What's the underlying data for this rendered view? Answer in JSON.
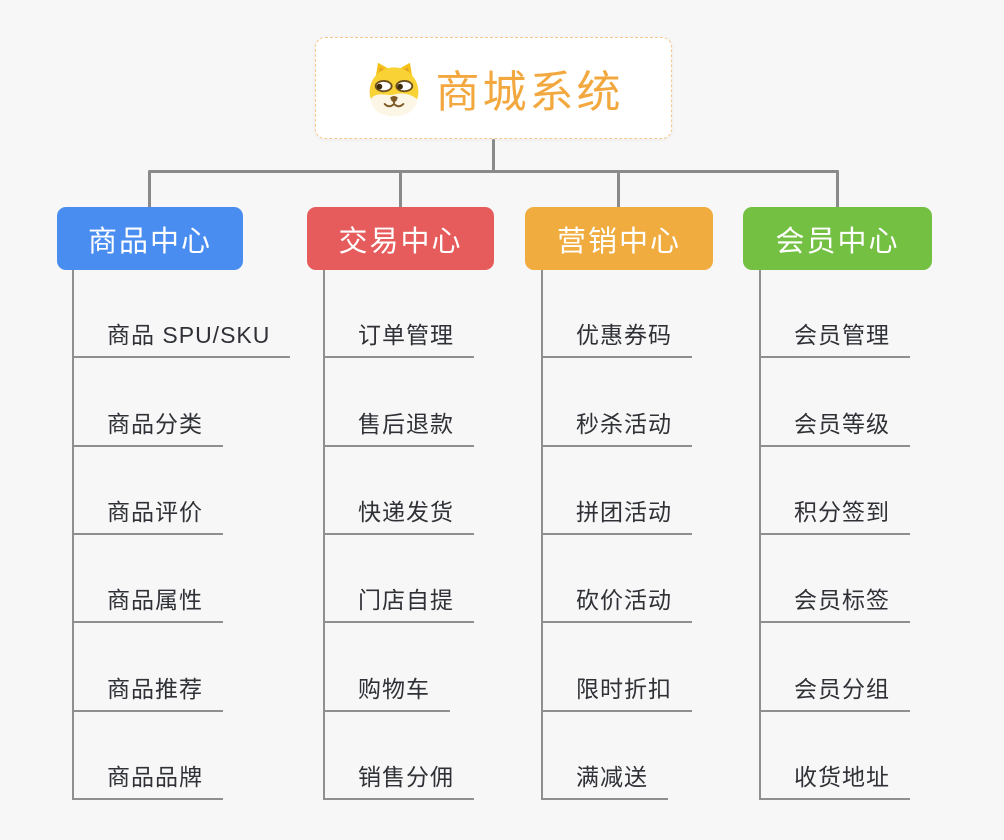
{
  "canvas": {
    "background": "#F7F7F7",
    "connector_color": "#8A8A8A",
    "underline_color": "#8F8F8F"
  },
  "root": {
    "title": "商城系统",
    "title_color": "#F2A83E",
    "border_color": "#F6C88F",
    "icon": "dog-face-icon"
  },
  "branches": [
    {
      "label": "商品中心",
      "color": "#4A8DF0",
      "items": [
        "商品 SPU/SKU",
        "商品分类",
        "商品评价",
        "商品属性",
        "商品推荐",
        "商品品牌"
      ]
    },
    {
      "label": "交易中心",
      "color": "#E65C5C",
      "items": [
        "订单管理",
        "售后退款",
        "快递发货",
        "门店自提",
        "购物车",
        "销售分佣"
      ]
    },
    {
      "label": "营销中心",
      "color": "#F0AC3F",
      "items": [
        "优惠券码",
        "秒杀活动",
        "拼团活动",
        "砍价活动",
        "限时折扣",
        "满减送"
      ]
    },
    {
      "label": "会员中心",
      "color": "#73C043",
      "items": [
        "会员管理",
        "会员等级",
        "积分签到",
        "会员标签",
        "会员分组",
        "收货地址"
      ]
    }
  ]
}
